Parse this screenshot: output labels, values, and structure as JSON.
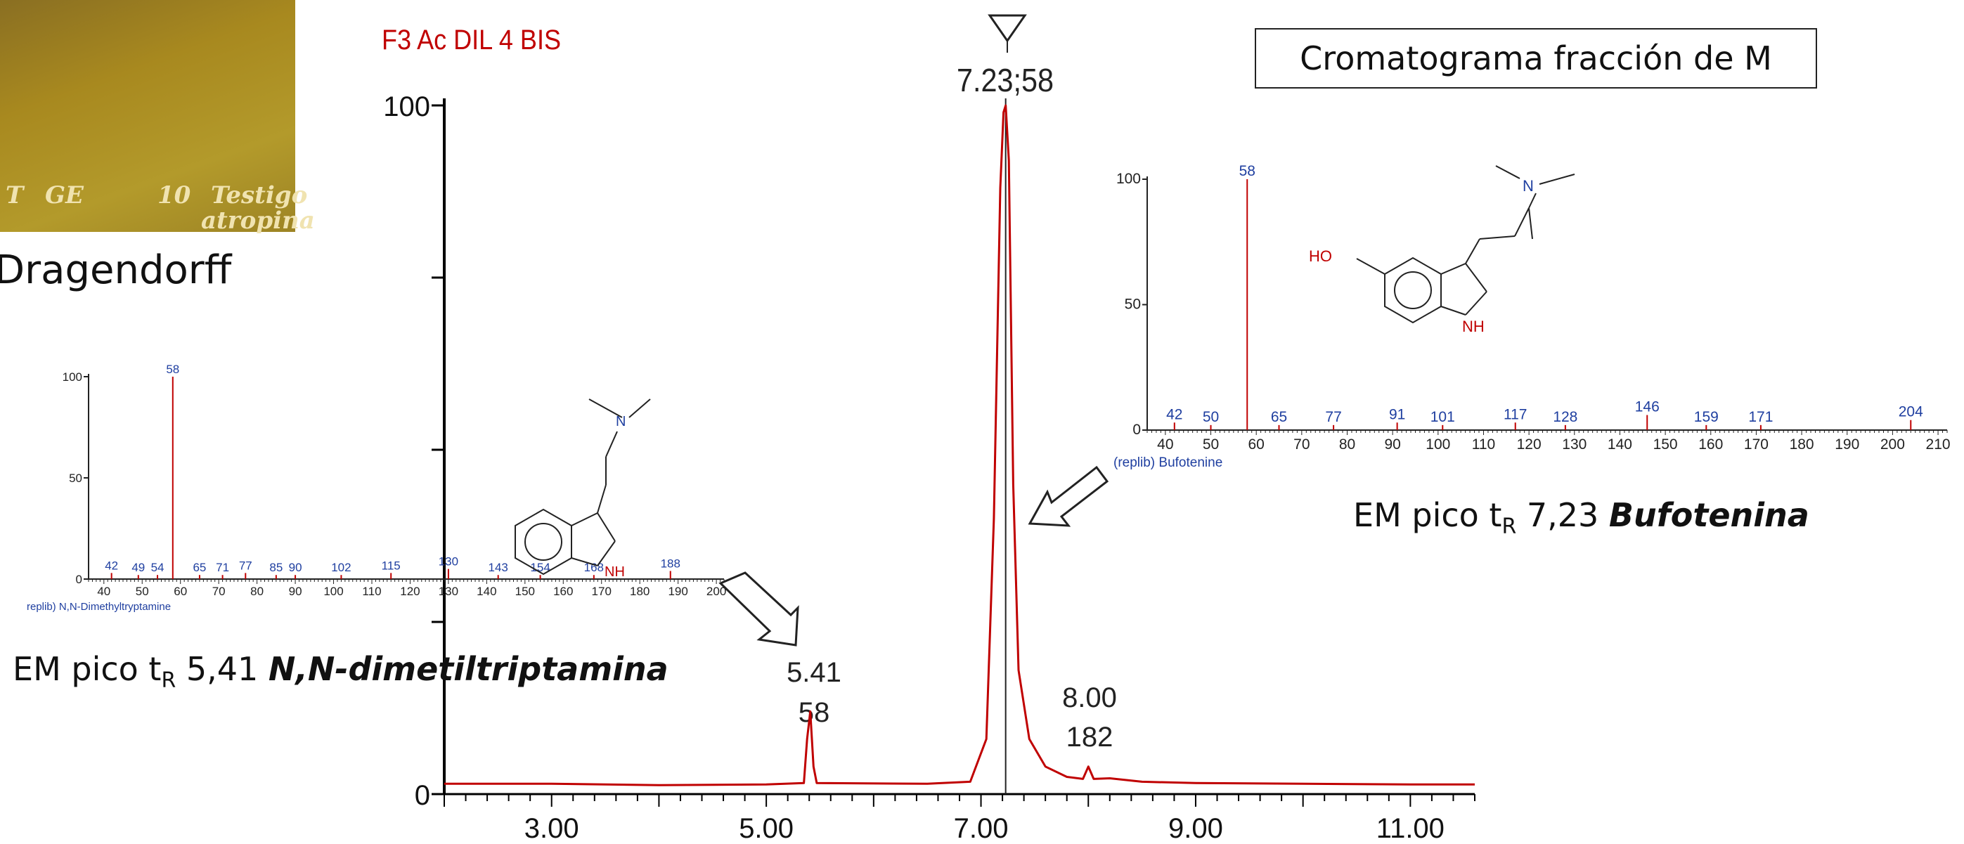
{
  "photo": {
    "lane_labels": [
      "T",
      "GE",
      "10",
      "Testigo",
      "atropina"
    ],
    "caption": "Dragendorff"
  },
  "chromatogram": {
    "sample_label": "F3 Ac DIL 4 BIS",
    "title": "Cromatograma fracción de M",
    "y_ticks": [
      "100",
      "0"
    ],
    "x_ticks": [
      "3.00",
      "5.00",
      "7.00",
      "9.00",
      "11.00"
    ],
    "peak_labels": [
      {
        "rt": "7.23;58",
        "ion": ""
      },
      {
        "rt": "5.41",
        "ion": "58"
      },
      {
        "rt": "8.00",
        "ion": "182"
      }
    ],
    "colors": {
      "trace": "#c00000",
      "axis": "#000000"
    }
  },
  "chart_data": [
    {
      "type": "line",
      "name": "chromatogram",
      "x_range": [
        2.0,
        11.6
      ],
      "ylim": [
        0,
        100
      ],
      "x": [
        2.0,
        3.0,
        4.0,
        5.0,
        5.35,
        5.38,
        5.41,
        5.44,
        5.47,
        6.5,
        6.9,
        7.05,
        7.12,
        7.18,
        7.21,
        7.23,
        7.26,
        7.3,
        7.35,
        7.45,
        7.6,
        7.8,
        7.95,
        8.0,
        8.05,
        8.2,
        8.5,
        9.0,
        10.0,
        11.0,
        11.6
      ],
      "y": [
        1.5,
        1.5,
        1.3,
        1.4,
        1.6,
        8,
        12,
        4,
        1.6,
        1.5,
        1.8,
        8,
        40,
        88,
        99,
        100,
        92,
        45,
        18,
        8,
        4,
        2.5,
        2.2,
        4,
        2.2,
        2.3,
        1.8,
        1.6,
        1.5,
        1.4,
        1.4
      ],
      "peaks": [
        {
          "rt": 5.41,
          "base_ion": 58
        },
        {
          "rt": 7.23,
          "base_ion": 58
        },
        {
          "rt": 8.0,
          "base_ion": 182
        }
      ]
    },
    {
      "type": "bar",
      "name": "mass-spectrum-bufotenine",
      "library_label": "(replib) Bufotenine",
      "caption_prefix": "EM pico t",
      "caption_sub": "R",
      "caption_value": " 7,23 ",
      "caption_compound": "Bufotenina",
      "xlim": [
        36,
        212
      ],
      "ylim": [
        0,
        100
      ],
      "x_ticks": [
        40,
        50,
        60,
        70,
        80,
        90,
        100,
        110,
        120,
        130,
        140,
        150,
        160,
        170,
        180,
        190,
        200,
        210
      ],
      "y_ticks": [
        0,
        50,
        100
      ],
      "labeled_peaks": [
        {
          "mz": 42,
          "value": 3
        },
        {
          "mz": 50,
          "value": 2
        },
        {
          "mz": 58,
          "value": 100
        },
        {
          "mz": 65,
          "value": 2
        },
        {
          "mz": 77,
          "value": 2
        },
        {
          "mz": 91,
          "value": 3
        },
        {
          "mz": 101,
          "value": 2
        },
        {
          "mz": 117,
          "value": 3
        },
        {
          "mz": 128,
          "value": 2
        },
        {
          "mz": 146,
          "value": 6
        },
        {
          "mz": 159,
          "value": 2
        },
        {
          "mz": 171,
          "value": 2
        },
        {
          "mz": 204,
          "value": 4
        }
      ],
      "molecule_atoms": [
        "HO",
        "N",
        "NH"
      ]
    },
    {
      "type": "bar",
      "name": "mass-spectrum-dmt",
      "library_label": "replib) N,N-Dimethyltryptamine",
      "caption_prefix": "EM pico t",
      "caption_sub": "R",
      "caption_value": " 5,41 ",
      "caption_compound": "N,N-dimetiltriptamina",
      "xlim": [
        36,
        202
      ],
      "ylim": [
        0,
        100
      ],
      "x_ticks": [
        40,
        50,
        60,
        70,
        80,
        90,
        100,
        110,
        120,
        130,
        140,
        150,
        160,
        170,
        180,
        190,
        200
      ],
      "y_ticks": [
        0,
        50,
        100
      ],
      "labeled_peaks": [
        {
          "mz": 42,
          "value": 3
        },
        {
          "mz": 49,
          "value": 2
        },
        {
          "mz": 54,
          "value": 2
        },
        {
          "mz": 58,
          "value": 100
        },
        {
          "mz": 65,
          "value": 2
        },
        {
          "mz": 71,
          "value": 2
        },
        {
          "mz": 77,
          "value": 3
        },
        {
          "mz": 85,
          "value": 2
        },
        {
          "mz": 90,
          "value": 2
        },
        {
          "mz": 102,
          "value": 2
        },
        {
          "mz": 115,
          "value": 3
        },
        {
          "mz": 130,
          "value": 5
        },
        {
          "mz": 143,
          "value": 2
        },
        {
          "mz": 154,
          "value": 2
        },
        {
          "mz": 168,
          "value": 2
        },
        {
          "mz": 188,
          "value": 4
        }
      ],
      "molecule_atoms": [
        "N",
        "NH"
      ]
    }
  ]
}
